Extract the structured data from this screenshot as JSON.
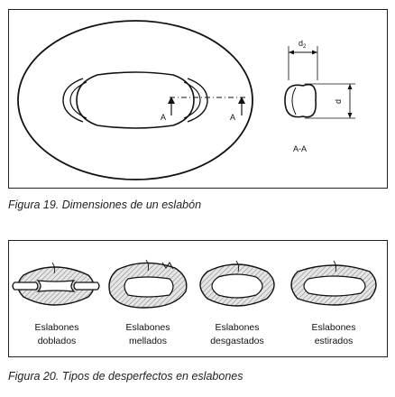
{
  "figure19": {
    "caption": "Figura 19. Dimensiones de un eslabón",
    "labels": {
      "section_a_left": "A",
      "section_a_right": "A",
      "section": "A-A",
      "d2": "d",
      "d2_sub": "2",
      "d": "d"
    }
  },
  "figure20": {
    "caption": "Figura 20. Tipos de desperfectos en eslabones",
    "types": [
      {
        "line1": "Eslabones",
        "line2": "doblados"
      },
      {
        "line1": "Eslabones",
        "line2": "mellados"
      },
      {
        "line1": "Eslabones",
        "line2": "desgastados"
      },
      {
        "line1": "Eslabones",
        "line2": "estirados"
      }
    ]
  }
}
